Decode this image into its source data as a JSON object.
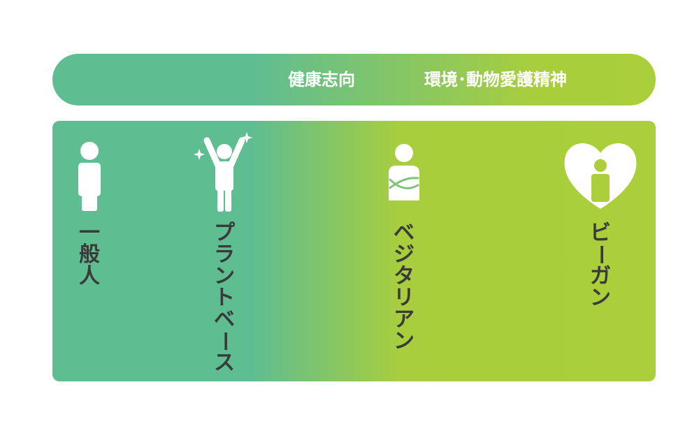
{
  "header": {
    "health_label": "健康志向",
    "ethics_label": "環境･動物愛護精神"
  },
  "categories": [
    {
      "key": "general",
      "label": "一般人",
      "icon": "person-icon"
    },
    {
      "key": "plant_based",
      "label": "プラントベース",
      "icon": "cheering-person-sparkle-icon"
    },
    {
      "key": "vegetarian",
      "label": "ベジタリアン",
      "icon": "arms-crossed-person-icon"
    },
    {
      "key": "vegan",
      "label": "ビーガン",
      "icon": "person-in-heart-icon"
    }
  ],
  "colors": {
    "green": "#5fbd92",
    "lime": "#aacf3a",
    "text": "#3a3a3a",
    "icon": "#ffffff"
  }
}
